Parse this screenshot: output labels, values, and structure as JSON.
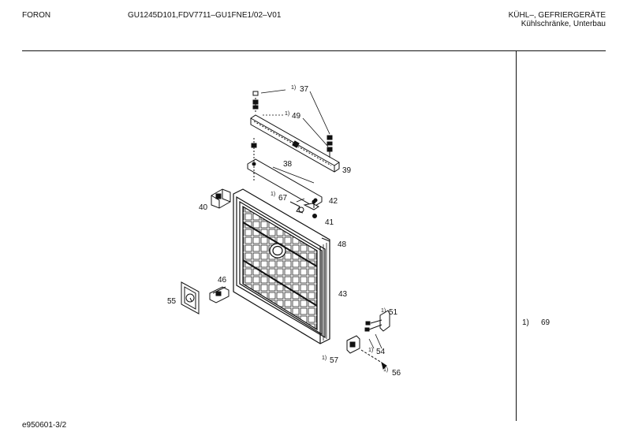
{
  "header": {
    "brand": "FORON",
    "model": "GU1245D101,FDV7711–GU1FNE1/02–V01",
    "category_line1": "KÜHL–, GEFRIERGERÄTE",
    "category_line2": "Kühlschränke, Unterbau"
  },
  "footer": {
    "doc_id": "e950601-3/2"
  },
  "side_note": {
    "marker": "1)",
    "value": "69"
  },
  "parts": {
    "p37": {
      "sup": "1)",
      "num": "37"
    },
    "p49": {
      "sup": "1)",
      "num": "49"
    },
    "p38": {
      "num": "38"
    },
    "p39": {
      "num": "39"
    },
    "p67": {
      "sup": "1)",
      "num": "67"
    },
    "p42": {
      "num": "42"
    },
    "p41": {
      "num": "41"
    },
    "p40": {
      "num": "40"
    },
    "p48": {
      "num": "48"
    },
    "p46": {
      "num": "46"
    },
    "p55": {
      "num": "55"
    },
    "p43": {
      "num": "43"
    },
    "p51": {
      "sup": "1)",
      "num": "51"
    },
    "p54": {
      "sup": "1)",
      "num": "54"
    },
    "p57": {
      "sup": "1)",
      "num": "57"
    },
    "p56": {
      "sup": "1)",
      "num": "56"
    }
  }
}
